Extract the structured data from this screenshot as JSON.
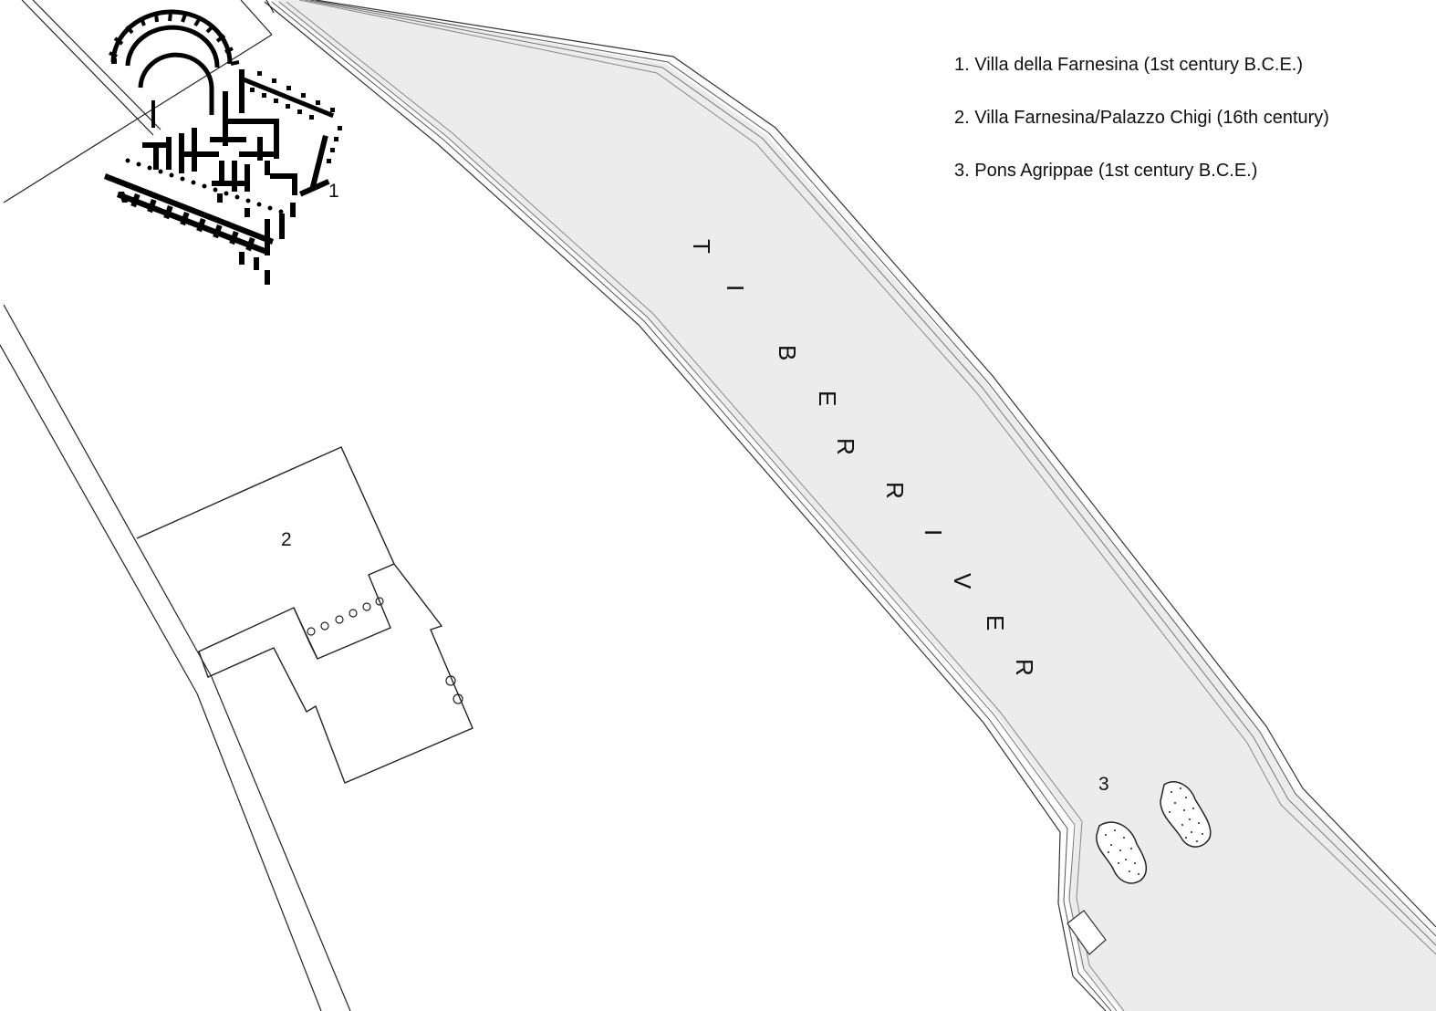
{
  "legend": {
    "items": [
      "1. Villa della Farnesina (1st century B.C.E.)",
      "2. Villa Farnesina/Palazzo Chigi (16th century)",
      "3. Pons Agrippae (1st century B.C.E.)"
    ]
  },
  "labels": {
    "villa_roman": "1",
    "villa_chigi": "2",
    "bridge": "3"
  },
  "river": {
    "letters": [
      "T",
      "I",
      "B",
      "E",
      "R",
      "R",
      "I",
      "V",
      "E",
      "R"
    ],
    "fill_color": "#ececec"
  }
}
